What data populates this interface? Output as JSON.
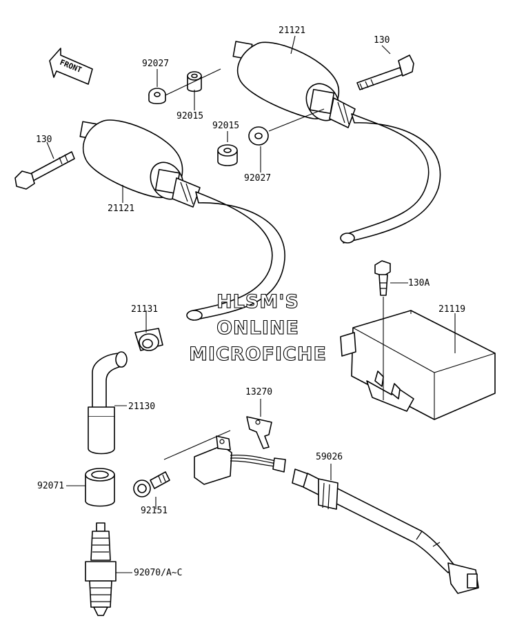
{
  "watermark": {
    "line1": "HLSM'S",
    "line2": "ONLINE",
    "line3": "MICROFICHE"
  },
  "front_arrow": {
    "label": "FRONT"
  },
  "parts": {
    "coil_upper": "21121",
    "bolt_upper": "130",
    "grommet_upper_left": "92027",
    "collar_upper_left": "92015",
    "collar_mid": "92015",
    "grommet_mid": "92027",
    "bolt_left": "130",
    "coil_lower": "21121",
    "bolt_igniter": "130A",
    "igniter": "21119",
    "cap_ring": "21131",
    "plug_cap": "21130",
    "bracket": "13270",
    "boot": "92071",
    "harness_clamp": "59026",
    "pickup_bolt": "92151",
    "spark_plug": "92070/A~C"
  }
}
